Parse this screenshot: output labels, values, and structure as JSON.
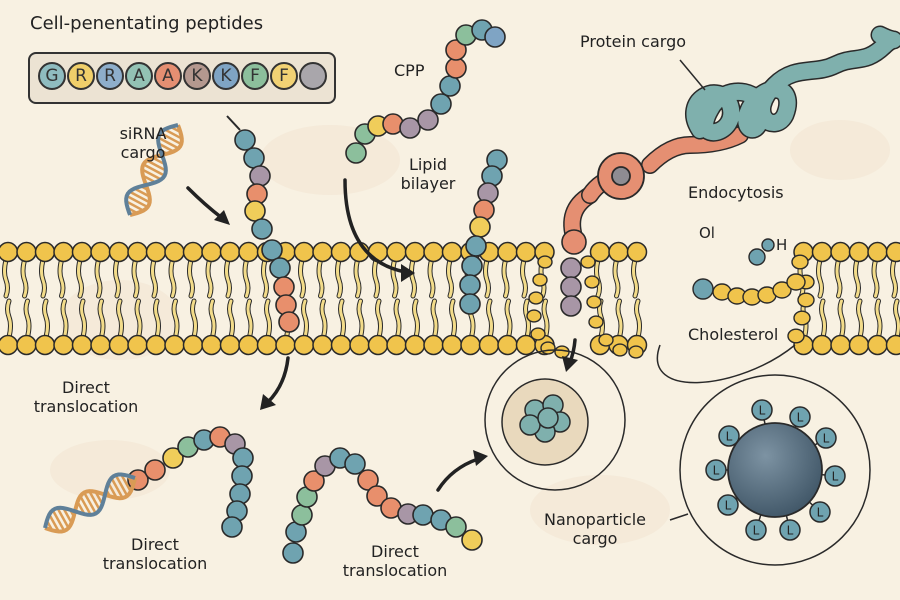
{
  "title": "Cell-penentating peptides",
  "sequence": {
    "residues": [
      {
        "letter": "G",
        "color": "#8fbcc0"
      },
      {
        "letter": "R",
        "color": "#f0cf6a"
      },
      {
        "letter": "R",
        "color": "#8eaecb"
      },
      {
        "letter": "A",
        "color": "#93c2b4"
      },
      {
        "letter": "A",
        "color": "#e58f72"
      },
      {
        "letter": "K",
        "color": "#b4988f"
      },
      {
        "letter": "K",
        "color": "#7fa4c4"
      },
      {
        "letter": "F",
        "color": "#8cbf9c"
      },
      {
        "letter": "F",
        "color": "#f2d274"
      },
      {
        "letter": "",
        "color": "#a9a6ab"
      }
    ]
  },
  "labels": {
    "sirna_cargo_line1": "siRNA",
    "sirna_cargo_line2": "cargo",
    "cpp": "CPP",
    "lipid_bilayer_line1": "Lipid",
    "lipid_bilayer_line2": "bilayer",
    "protein_cargo": "Protein cargo",
    "endocytosis": "Endocytosis",
    "ol": "Ol",
    "h": "H",
    "cholesterol": "Cholesterol",
    "direct_translocation_1_line1": "Direct",
    "direct_translocation_1_line2": "translocation",
    "direct_translocation_2_line1": "Direct",
    "direct_translocation_2_line2": "translocation",
    "direct_translocation_3_line1": "Direct",
    "direct_translocation_3_line2": "translocation",
    "nanoparticle_cargo_line1": "Nanoparticle",
    "nanoparticle_cargo_line2": "cargo",
    "ligand": "L"
  },
  "colors": {
    "background": "#f8f1e2",
    "lipid_head": "#f0c44c",
    "lipid_tail": "#f3dc8a",
    "outline": "#2a2a2a",
    "teal": "#6fa3b0",
    "blue": "#7fa4c4",
    "green": "#8cbf9c",
    "orange": "#e88f6c",
    "yellow": "#f0cd5a",
    "purple": "#a896a6",
    "salmon": "#e58f72",
    "protein": "#7fb0ad",
    "nanoparticle": "#566c7c",
    "dna_orange": "#d99b55",
    "dna_blue": "#5f8099"
  }
}
